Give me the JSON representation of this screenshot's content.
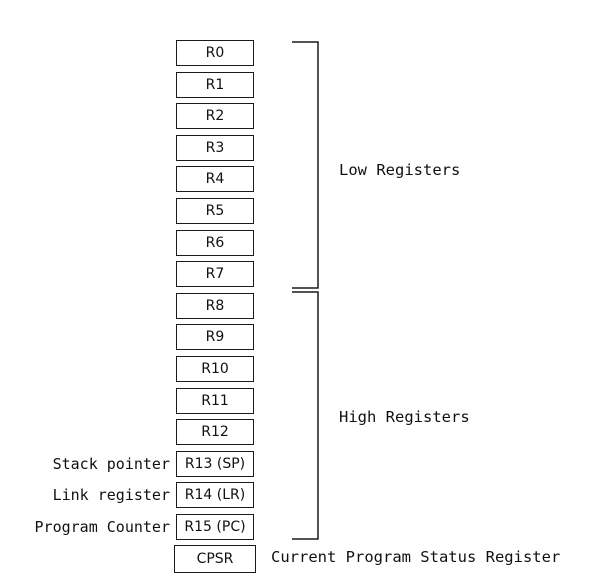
{
  "registers": [
    {
      "label": "R0"
    },
    {
      "label": "R1"
    },
    {
      "label": "R2"
    },
    {
      "label": "R3"
    },
    {
      "label": "R4"
    },
    {
      "label": "R5"
    },
    {
      "label": "R6"
    },
    {
      "label": "R7"
    },
    {
      "label": "R8"
    },
    {
      "label": "R9"
    },
    {
      "label": "R10"
    },
    {
      "label": "R11"
    },
    {
      "label": "R12"
    },
    {
      "label": "R13 (SP)",
      "side_label": "Stack pointer"
    },
    {
      "label": "R14 (LR)",
      "side_label": "Link register"
    },
    {
      "label": "R15 (PC)",
      "side_label": "Program Counter"
    }
  ],
  "cpsr": {
    "label": "CPSR",
    "description": "Current Program Status Register"
  },
  "groups": {
    "low": {
      "label": "Low Registers"
    },
    "high": {
      "label": "High Registers"
    }
  }
}
